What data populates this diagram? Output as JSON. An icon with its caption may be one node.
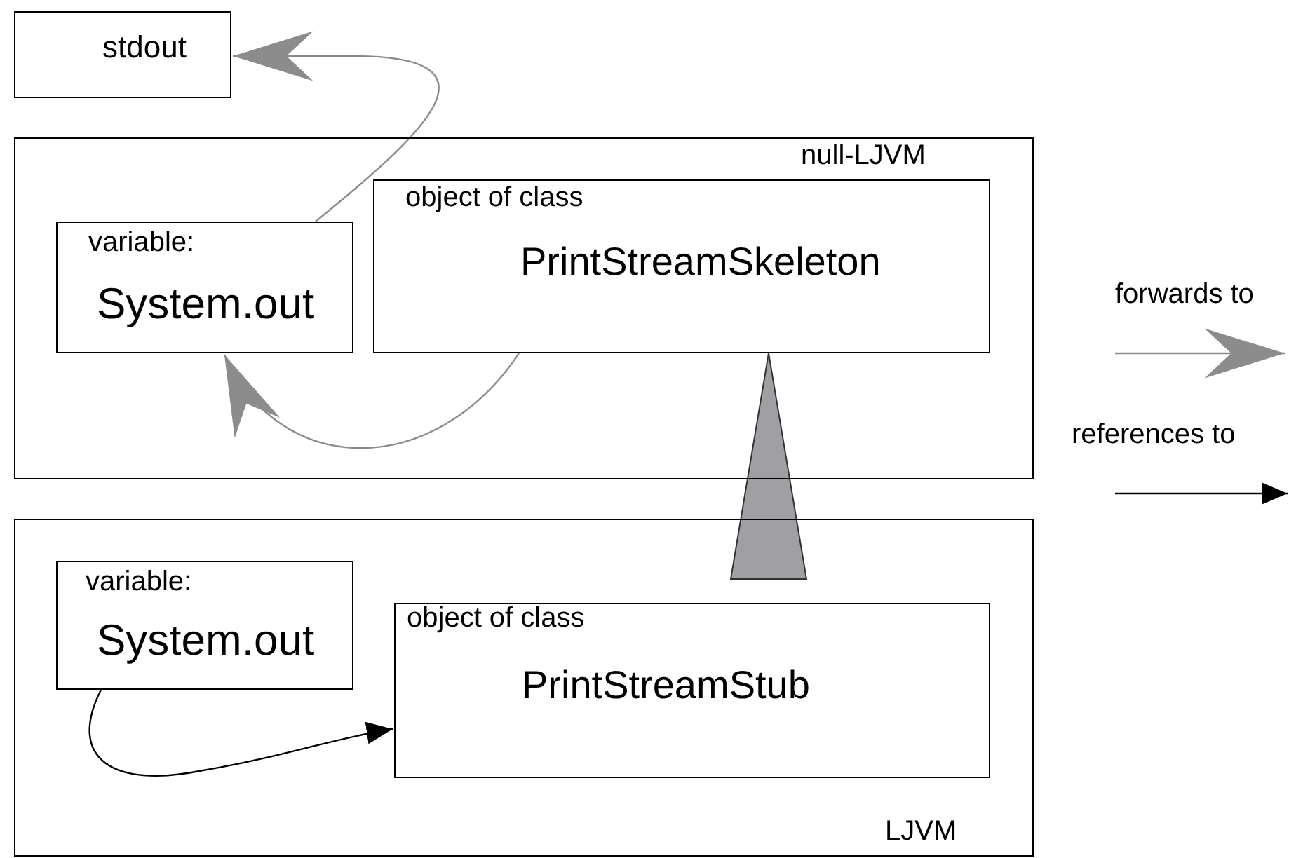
{
  "diagram": {
    "nodes": [
      {
        "text": [
          "stdout"
        ]
      },
      {
        "text": [
          "null-LJVM"
        ]
      },
      {
        "text": [
          "variable:",
          "System.out"
        ],
        "in": 1
      },
      {
        "text": [
          "object of class",
          "PrintStreamSkeleton"
        ],
        "in": 1
      },
      {
        "text": [
          "LJVM"
        ]
      },
      {
        "text": [
          "variable:",
          "System.out"
        ],
        "in": 4
      },
      {
        "text": [
          "object of class",
          "PrintStreamStub"
        ],
        "in": 4
      }
    ],
    "edges": [
      {
        "from": 2,
        "to": 0,
        "arrow": "to"
      },
      {
        "from": 3,
        "to": 2,
        "arrow": "to"
      },
      {
        "from": 6,
        "to": 3,
        "arrow": "to",
        "style": "thick"
      },
      {
        "from": 5,
        "to": 6,
        "arrow": "to",
        "color": "#000000"
      }
    ],
    "legend": [
      {
        "text": "forwards to"
      },
      {
        "text": "references to"
      }
    ]
  }
}
